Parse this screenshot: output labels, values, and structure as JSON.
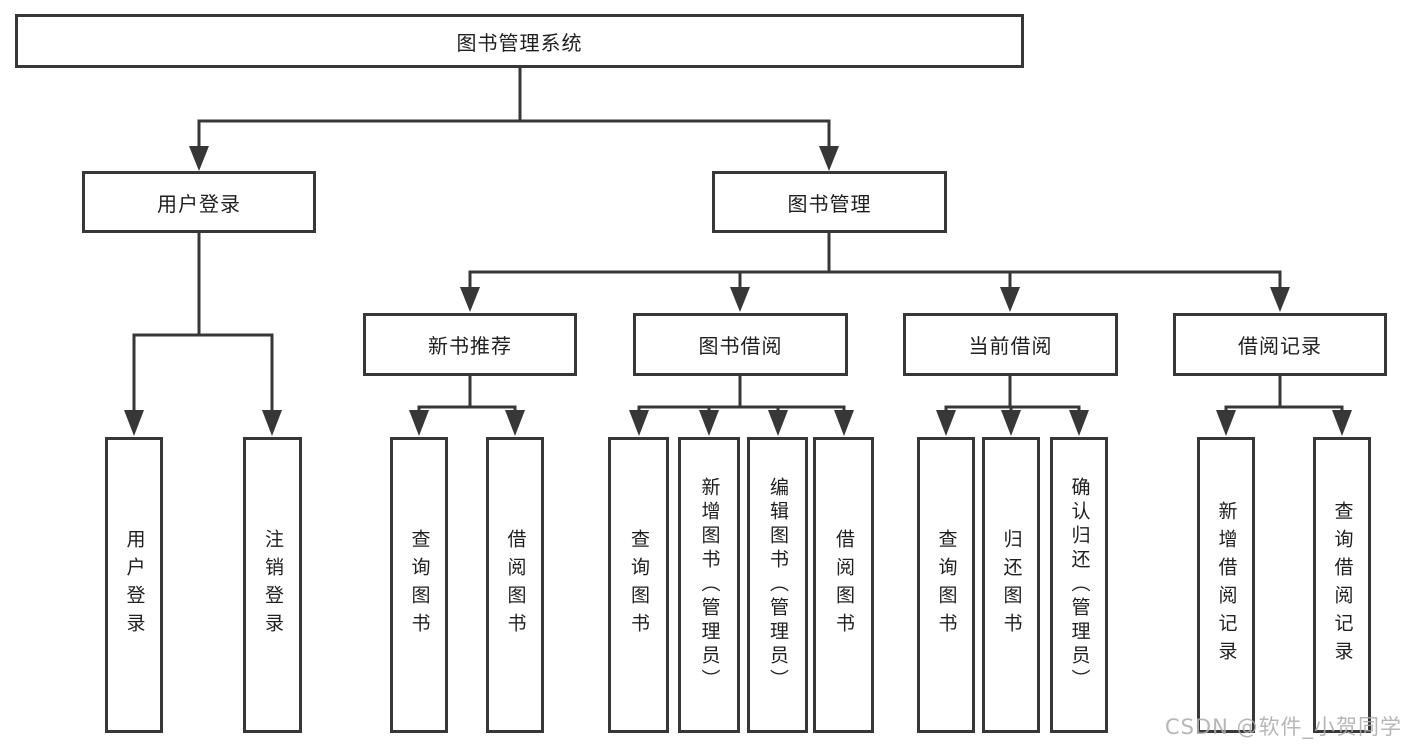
{
  "diagram": {
    "root": {
      "label": "图书管理系统"
    },
    "branches": {
      "user_login": {
        "label": "用户登录",
        "children": [
          {
            "label": "用户登录"
          },
          {
            "label": "注销登录"
          }
        ]
      },
      "book_management": {
        "label": "图书管理",
        "children": {
          "new_book_recommend": {
            "label": "新书推荐",
            "children": [
              {
                "label": "查询图书"
              },
              {
                "label": "借阅图书"
              }
            ]
          },
          "book_borrowing": {
            "label": "图书借阅",
            "children": [
              {
                "label": "查询图书"
              },
              {
                "label": "新增图书（管理员）"
              },
              {
                "label": "编辑图书（管理员）"
              },
              {
                "label": "借阅图书"
              }
            ]
          },
          "current_borrowing": {
            "label": "当前借阅",
            "children": [
              {
                "label": "查询图书"
              },
              {
                "label": "归还图书"
              },
              {
                "label": "确认归还（管理员）"
              }
            ]
          },
          "borrowing_records": {
            "label": "借阅记录",
            "children": [
              {
                "label": "新增借阅记录"
              },
              {
                "label": "查询借阅记录"
              }
            ]
          }
        }
      }
    }
  },
  "watermark": {
    "text": "CSDN @软件_小贺同学"
  },
  "colors": {
    "line": "#373737",
    "text": "#1f1f1f",
    "watermark": "#adadad",
    "background": "#ffffff"
  }
}
